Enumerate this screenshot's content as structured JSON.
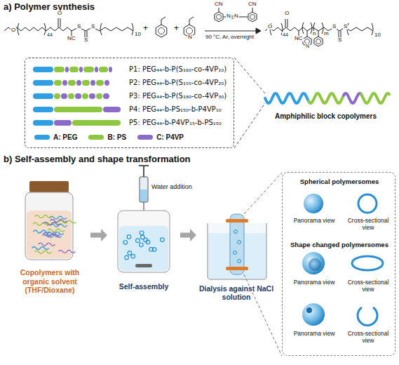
{
  "diagram": {
    "nodes": [
      {
        "text": [
          "P1: PEG₄₄-b-P(S₁₆₀-co-4VP₁₀)",
          "P2: PEG₄₄-b-P(S₁₅₅-co-4VP₂₀)",
          "P3: PEG₄₄-b-P(S₁₈₀-co-4VP₃₀)",
          "P4: PEG₄₄-b-PS₁₅₀-b-P4VP₁₀",
          "P5: PEG₄₄-b-P4VP₁₅-b-PS₁₅₀"
        ]
      },
      {
        "text": [
          "Copolymers with organic solvent (THF/Dioxane)"
        ]
      },
      {
        "text": [
          "Self-assembly"
        ]
      },
      {
        "text": [
          "Dialysis against NaCl solution"
        ]
      },
      {
        "text": [
          "Spherical polymersomes",
          "Panorama view",
          "Cross-sectional view",
          "Shape changed polymersomes",
          "Panorama view",
          "Cross-sectional view",
          "Panorama view",
          "Cross-sectional view"
        ]
      }
    ],
    "edges": [
      {
        "from": 1,
        "to": 2,
        "arrow": "to"
      },
      {
        "from": 2,
        "to": 3,
        "arrow": "to"
      }
    ],
    "labels": [
      "a) Polymer synthesis",
      "O",
      "44",
      "O",
      "NC",
      "S",
      "S",
      "S",
      "10",
      "+",
      "+",
      "N",
      "CN",
      "CN",
      "N",
      "N",
      "90 °C, Ar, overnight",
      "O",
      "44",
      "O",
      "NC",
      "N",
      "n",
      "m",
      "S",
      "S",
      "S",
      "10",
      "Amphiphilic block copolymers",
      "b) Self-assembly and shape transformation",
      "Water addition"
    ],
    "legend": [
      {
        "text": "A: PEG",
        "color": "#2e9fe2"
      },
      {
        "text": "B: PS",
        "color": "#8dc63f"
      },
      {
        "text": "C: P4VP",
        "color": "#8a6bc8"
      }
    ]
  }
}
